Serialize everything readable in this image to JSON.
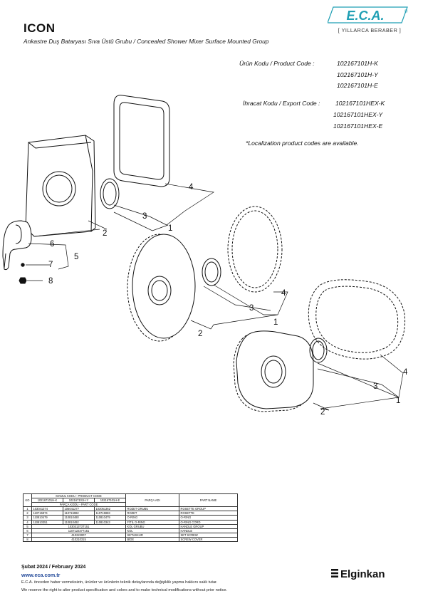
{
  "header": {
    "title": "ICON",
    "subtitle": "Ankastre Duş Bataryası Sıva Üstü Grubu / Concealed Shower Mixer Surface Mounted Group"
  },
  "logo": {
    "brand": "E.C.A.",
    "registered": "®",
    "slogan": "[ YILLARCA BERABER ]",
    "color": "#1f9fb4"
  },
  "codes": {
    "product_label": "Ürün Kodu / Product Code :",
    "product_codes": [
      "102167101H-K",
      "102167101H-Y",
      "102167101H-E"
    ],
    "export_label": "İhracat Kodu / Export Code :",
    "export_codes": [
      "102167101HEX-K",
      "102167101HEX-Y",
      "102167101HEX-E"
    ],
    "note": "*Localization product codes are available."
  },
  "callouts": {
    "n1": "1",
    "n2": "2",
    "n3": "3",
    "n4": "4",
    "n5": "5",
    "n6": "6",
    "n7": "7",
    "n8": "8"
  },
  "table": {
    "group_header": "MAMUL KODU - PRODUCT CODE",
    "sub_header": "PARÇA KODU - PART CODE",
    "ko_header": "KO",
    "product_cols": [
      "102167101H-K",
      "102167101H-Y",
      "102167101H-E"
    ],
    "name_header": "PARÇA ADI",
    "part_name_header": "PART NAME",
    "rows": [
      {
        "ko": "1",
        "c1": "103041374",
        "c2": "106041277",
        "c3": "103051362",
        "name": "ROZET GRUBU",
        "part": "ROSETTE GROUP"
      },
      {
        "ko": "2",
        "c1": "110715974",
        "c2": "110715982",
        "c3": "110715983",
        "name": "ROZET",
        "part": "ROSETTE"
      },
      {
        "ko": "3",
        "c1": "110810479",
        "c2": "110810480",
        "c3": "110810479",
        "name": "O-RING",
        "part": "O-RING"
      },
      {
        "ko": "4",
        "c1": "110810351",
        "c2": "110810492",
        "c3": "110810343",
        "name": "FİTİL O-RING",
        "part": "O-RING CORD"
      },
      {
        "ko": "5",
        "span": "103031373T151",
        "name": "KOL GRUBU",
        "part": "HANDLE GROUP"
      },
      {
        "ko": "6",
        "span": "110712237T151",
        "name": "KOL",
        "part": "HANDLE"
      },
      {
        "ko": "7",
        "span": "410222007",
        "name": "SETUSKUR",
        "part": "SET SCREW"
      },
      {
        "ko": "8",
        "span": "410210315",
        "name": "BİDE",
        "part": "SCREW COVER"
      }
    ]
  },
  "footer": {
    "date": "Şubat 2024 / February 2024",
    "website": "www.eca.com.tr",
    "disclaimer_tr": "E.C.A. önceden haber vermeksizin, ürünler ve ürünlerin teknik detaylarında değişiklik yapma hakkını saklı tutar.",
    "disclaimer_en": "We reserve the right to alter product specification and colors and to make technical modifications without prior notice.",
    "brand": "Elginkan"
  }
}
